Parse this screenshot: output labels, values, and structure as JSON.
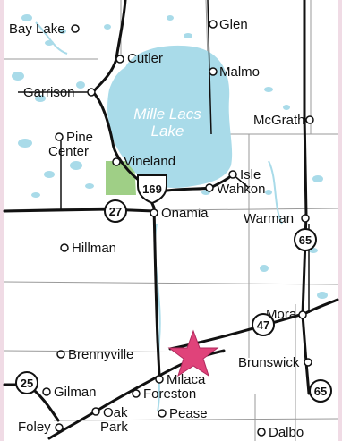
{
  "map": {
    "lake": {
      "name_line1": "Mille Lacs",
      "name_line2": "Lake"
    },
    "towns": [
      {
        "name": "Bay Lake"
      },
      {
        "name": "Glen"
      },
      {
        "name": "Cutler"
      },
      {
        "name": "Malmo"
      },
      {
        "name": "Garrison"
      },
      {
        "name": "McGrath"
      },
      {
        "name_line1": "Pine",
        "name_line2": "Center"
      },
      {
        "name": "Vineland"
      },
      {
        "name": "Isle"
      },
      {
        "name": "Wahkon"
      },
      {
        "name": "Onamia"
      },
      {
        "name": "Warman"
      },
      {
        "name": "Hillman"
      },
      {
        "name": "Mora"
      },
      {
        "name": "Brennyville"
      },
      {
        "name": "Brunswick"
      },
      {
        "name": "Milaca"
      },
      {
        "name": "Gilman"
      },
      {
        "name": "Foreston"
      },
      {
        "name_line1": "Oak",
        "name_line2": "Park"
      },
      {
        "name": "Foley"
      },
      {
        "name": "Pease"
      },
      {
        "name": "Dalbo"
      }
    ],
    "route_shields": [
      {
        "number": "169",
        "kind": "us-highway"
      },
      {
        "number": "27",
        "kind": "state-highway"
      },
      {
        "number": "65",
        "kind": "state-highway"
      },
      {
        "number": "47",
        "kind": "state-highway"
      },
      {
        "number": "25",
        "kind": "state-highway"
      },
      {
        "number": "65",
        "kind": "state-highway"
      }
    ],
    "marker": {
      "icon": "star-icon",
      "color": "#e0437a"
    },
    "colors": {
      "land": "#ffffff",
      "water": "#a9dbe9",
      "lake_text": "#ffffff",
      "park": "#9fcf86",
      "road": "#111111",
      "county_line": "#9a9a9a",
      "frame": "#e9bcd0"
    }
  }
}
